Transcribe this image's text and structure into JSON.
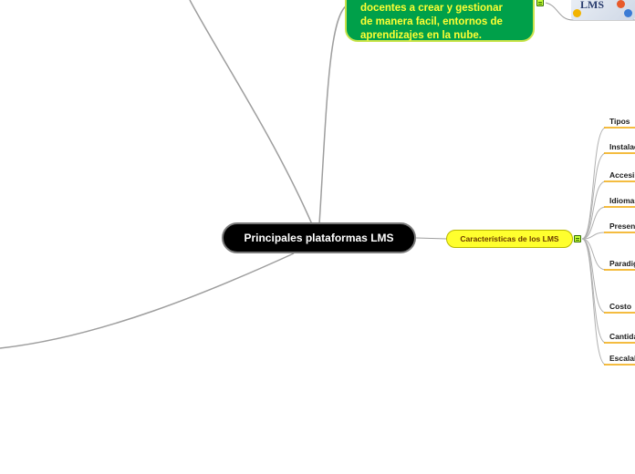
{
  "map": {
    "central_topic": "Principales plataformas LMS",
    "description_lines": [
      "docentes a crear y gestionar",
      "de manera facil, entornos de",
      "aprendizajes en la nube."
    ],
    "image_logo_text": "LMS",
    "characteristics_topic": "Características de los LMS",
    "characteristics": [
      "Tipos",
      "Instalación",
      "Accesibilidad",
      "Idiomas",
      "Presencia",
      "Paradigma",
      "Costo",
      "Cantidad",
      "Escalabilidad"
    ]
  },
  "colors": {
    "central_bg": "#000000",
    "description_bg": "#00a04a",
    "description_text": "#ffff33",
    "characteristics_bg": "#ffff2e",
    "branch_line": "#a0a0a0",
    "sub_underline": "#f0a500"
  },
  "icons": [
    "note-icon",
    "lms-image"
  ]
}
